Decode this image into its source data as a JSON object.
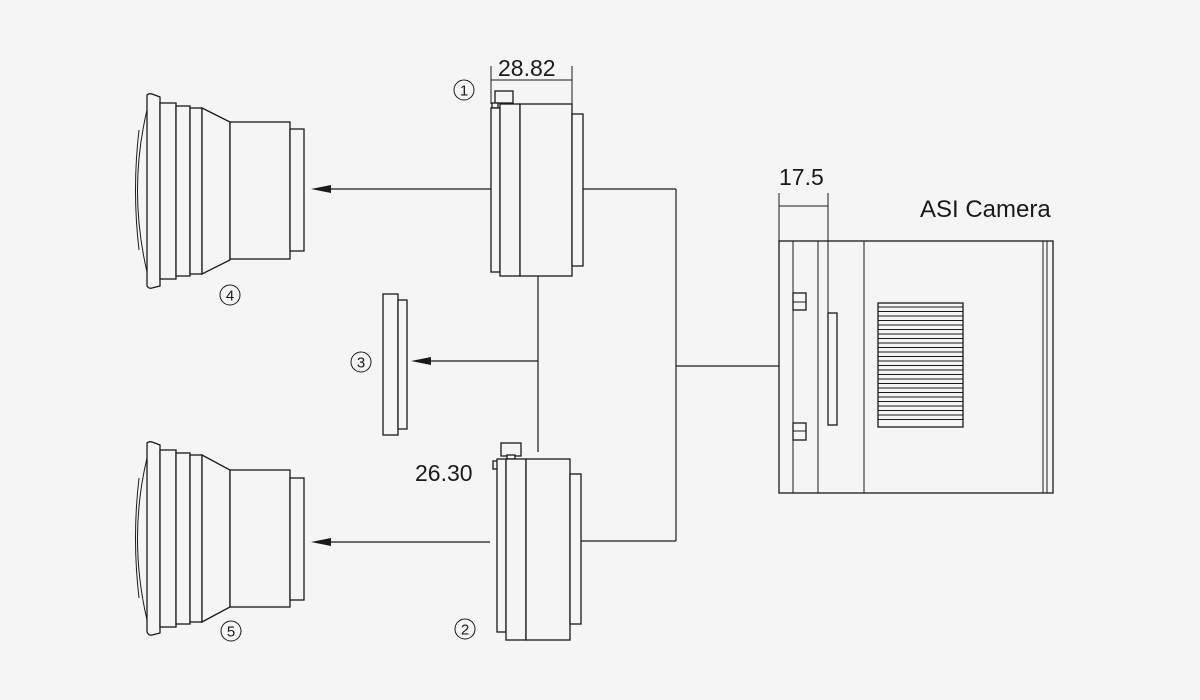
{
  "dimensions": {
    "adapter_1_length": "28.82",
    "camera_back_focus": "17.5",
    "adapter_2_length": "26.30"
  },
  "labels": {
    "camera": "ASI Camera",
    "n1": "1",
    "n2": "2",
    "n3": "3",
    "n4": "4",
    "n5": "5"
  },
  "colors": {
    "line": "#1a1a1a",
    "background": "#f5f5f5"
  }
}
